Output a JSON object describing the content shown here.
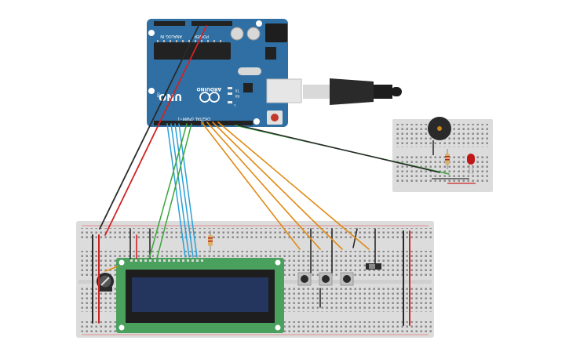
{
  "arduino": {
    "brand": "ARDUINO",
    "model": "UNO",
    "power_label": "POWER",
    "analog_label": "ANALOG IN",
    "digital_label": "DIGITAL (PWM~)",
    "led_tx": "TX",
    "led_rx": "RX",
    "led_l": "L",
    "led_on": "ON"
  },
  "colors": {
    "arduino_board": "#2f6fa3",
    "breadboard": "#dcdcdc",
    "lcd_pcb": "#4aa05d",
    "lcd_screen": "#24355e",
    "wire_black": "#2a2a2a",
    "wire_red": "#d02424",
    "wire_green": "#3aa63a",
    "wire_blue": "#2a9fd6",
    "wire_orange": "#e08a14",
    "led_red": "#c01818"
  }
}
